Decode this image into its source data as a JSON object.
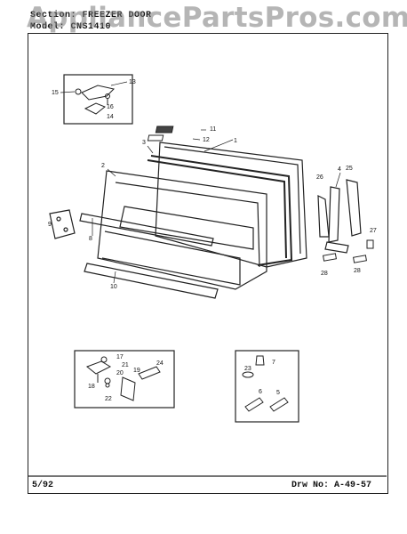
{
  "header": {
    "section_label": "Section:",
    "section_value": "FREEZER DOOR",
    "model_line": "Model: CNS1410"
  },
  "watermark": "AppliancePartsPros.com",
  "footer": {
    "date": "5/92",
    "drawing_number": "Drw No: A-49-57"
  },
  "callouts": {
    "c1": "1",
    "c2": "2",
    "c3": "3",
    "c4": "4",
    "c5": "5",
    "c6": "6",
    "c7": "7",
    "c8": "8",
    "c9": "9",
    "c10": "10",
    "c11": "11",
    "c12": "12",
    "c13": "13",
    "c14": "14",
    "c15": "15",
    "c16": "16",
    "c17": "17",
    "c18": "18",
    "c19": "19",
    "c20": "20",
    "c21": "21",
    "c22": "22",
    "c23": "23",
    "c24": "24",
    "c25": "25",
    "c26": "26",
    "c27": "27",
    "c28a": "28",
    "c28b": "28"
  }
}
